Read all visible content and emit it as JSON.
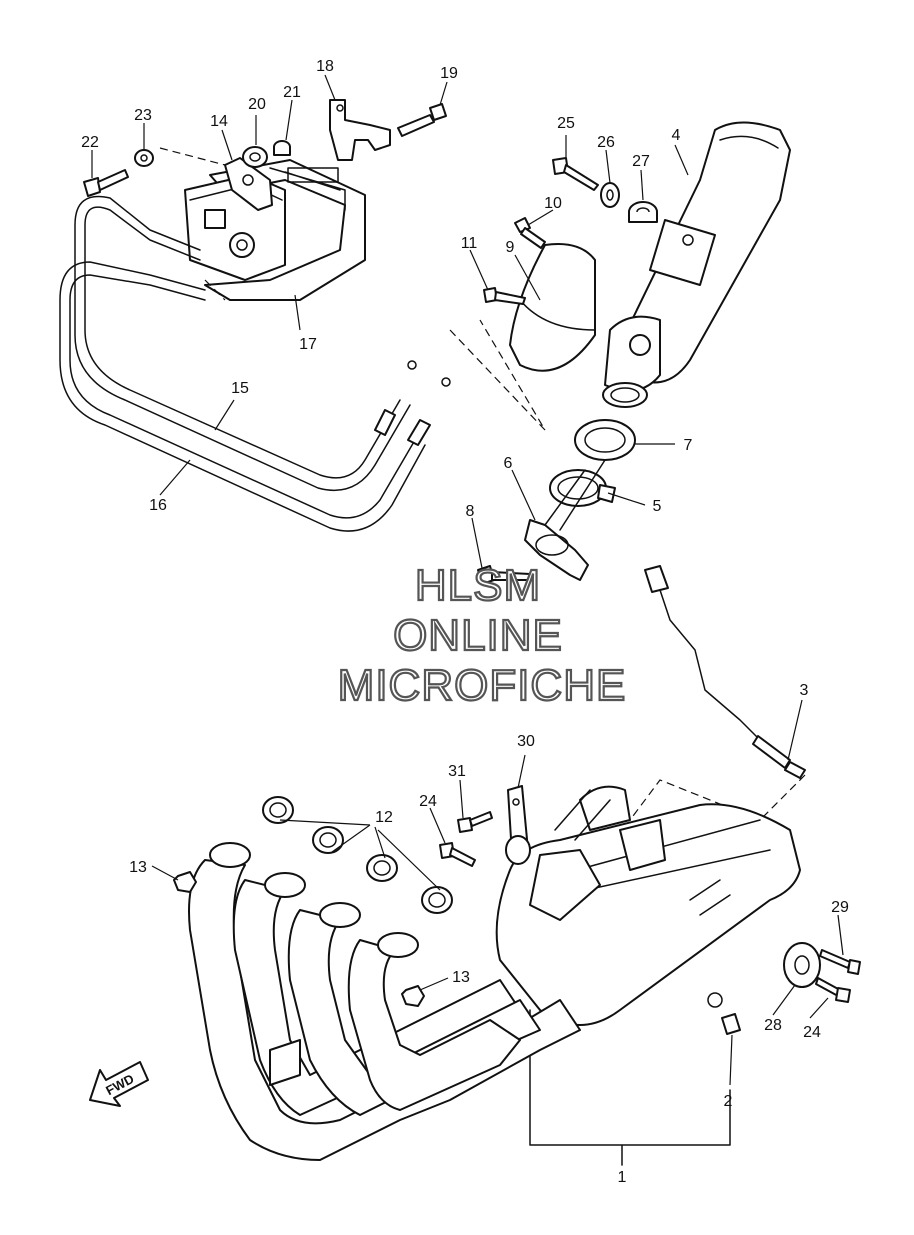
{
  "watermark": {
    "line1": "HLSM",
    "line2": "ONLINE",
    "line3": "MICROFICHE"
  },
  "direction_badge": "FWD",
  "callouts": {
    "c1": "1",
    "c2": "2",
    "c3": "3",
    "c4": "4",
    "c5": "5",
    "c6": "6",
    "c7": "7",
    "c8": "8",
    "c9": "9",
    "c10": "10",
    "c11": "11",
    "c12": "12",
    "c13a": "13",
    "c13b": "13",
    "c14": "14",
    "c15": "15",
    "c16": "16",
    "c17": "17",
    "c18": "18",
    "c19": "19",
    "c20": "20",
    "c21": "21",
    "c22": "22",
    "c23": "23",
    "c24a": "24",
    "c24b": "24",
    "c25": "25",
    "c26": "26",
    "c27": "27",
    "c28": "28",
    "c29": "29",
    "c30": "30",
    "c31": "31"
  }
}
